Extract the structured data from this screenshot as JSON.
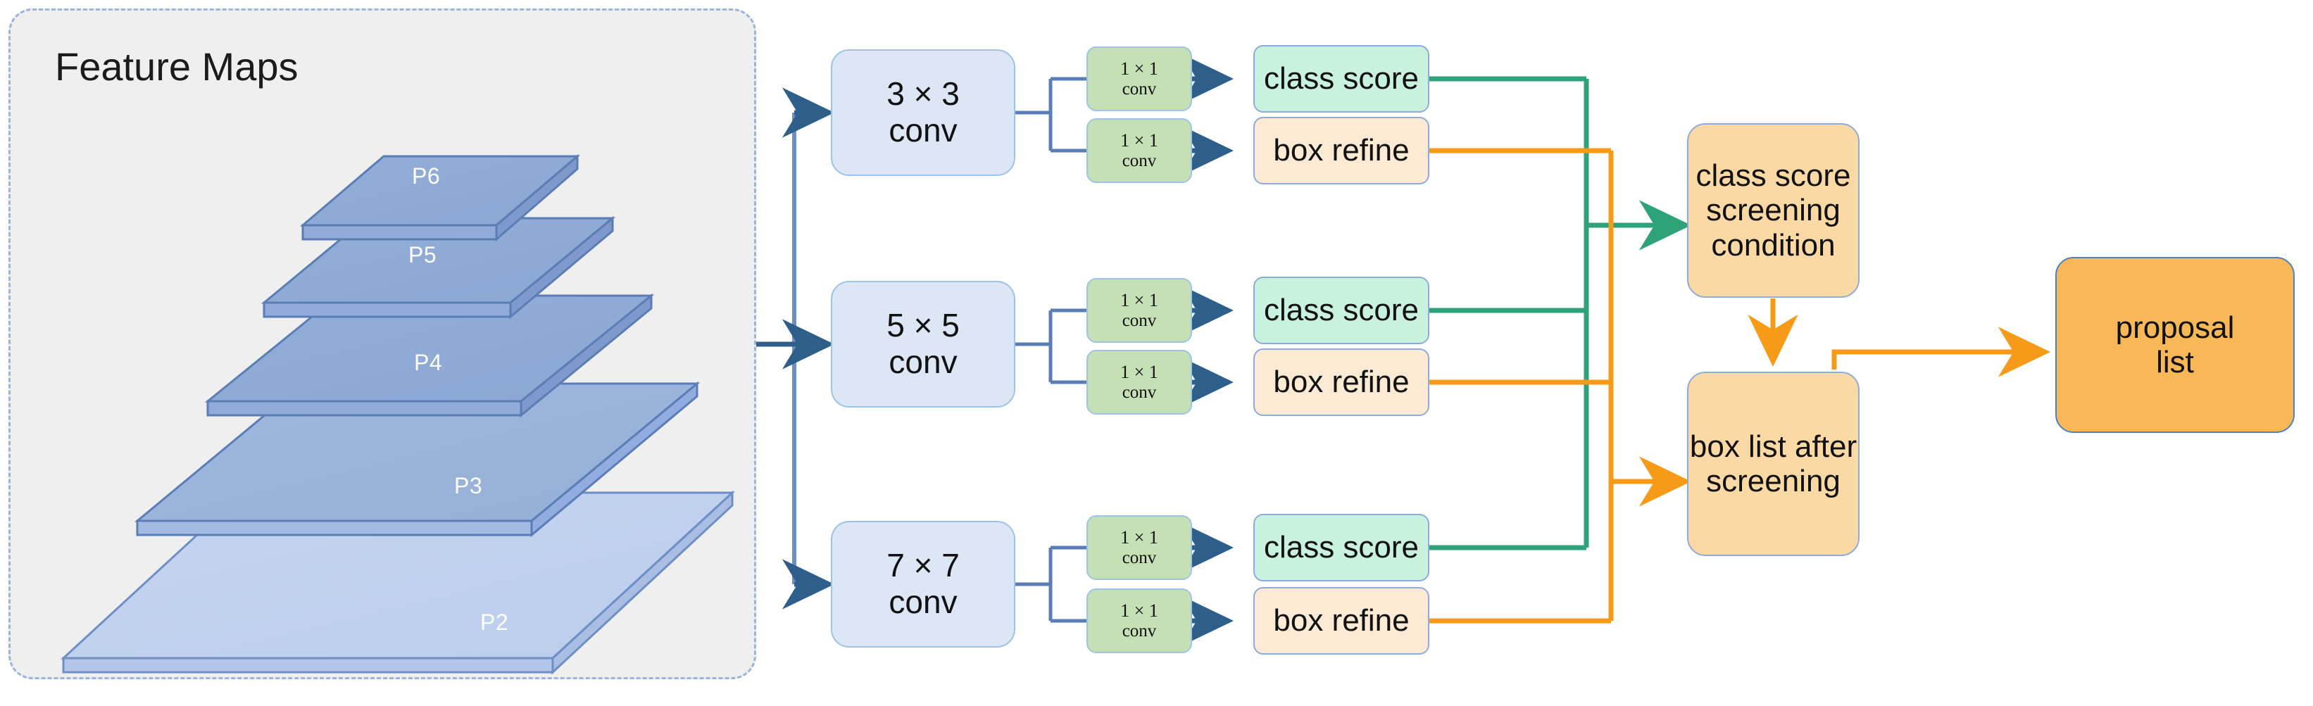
{
  "diagram": {
    "title_visible": "Feature Maps",
    "feature_maps": {
      "panel_label": "Feature Maps",
      "layers": [
        {
          "name": "P6"
        },
        {
          "name": "P5"
        },
        {
          "name": "P4"
        },
        {
          "name": "P3"
        },
        {
          "name": "P2"
        }
      ]
    },
    "branches": [
      {
        "conv_line1": "3 × 3",
        "conv_line2": "conv",
        "head_cls": {
          "op_line1": "1 × 1",
          "op_line2": "conv",
          "out_label": "class score"
        },
        "head_box": {
          "op_line1": "1 × 1",
          "op_line2": "conv",
          "out_label": "box refine"
        }
      },
      {
        "conv_line1": "5 × 5",
        "conv_line2": "conv",
        "head_cls": {
          "op_line1": "1 × 1",
          "op_line2": "conv",
          "out_label": "class score"
        },
        "head_box": {
          "op_line1": "1 × 1",
          "op_line2": "conv",
          "out_label": "box refine"
        }
      },
      {
        "conv_line1": "7 × 7",
        "conv_line2": "conv",
        "head_cls": {
          "op_line1": "1 × 1",
          "op_line2": "conv",
          "out_label": "class score"
        },
        "head_box": {
          "op_line1": "1 × 1",
          "op_line2": "conv",
          "out_label": "box refine"
        }
      }
    ],
    "screening": {
      "class_score_condition": "class score\nscreening\ncondition",
      "box_list_after_screening": "box list after\nscreening"
    },
    "output": {
      "proposal_list": "proposal\nlist"
    },
    "colors": {
      "panel_bg": "#efefef",
      "panel_border": "#9bb4d9",
      "conv_big_bg": "#dce6f5",
      "conv_big_border": "#9dc3e6",
      "conv_small_bg": "#c5e0b4",
      "class_score_bg": "#c8f2de",
      "box_refine_bg": "#fcead5",
      "screening_bg": "#fbd9a5",
      "proposal_bg": "#f9b857",
      "proposal_border": "#4f81bd",
      "arrow_blue": "#2e5f8a",
      "arrow_green": "#2ea37a",
      "arrow_orange": "#f79a17",
      "slab_top_dark": "#8aa7d4",
      "slab_top_light": "#c3d3ef",
      "slab_edge": "#5b7db5",
      "slab_label_text": "#ffffff"
    }
  }
}
